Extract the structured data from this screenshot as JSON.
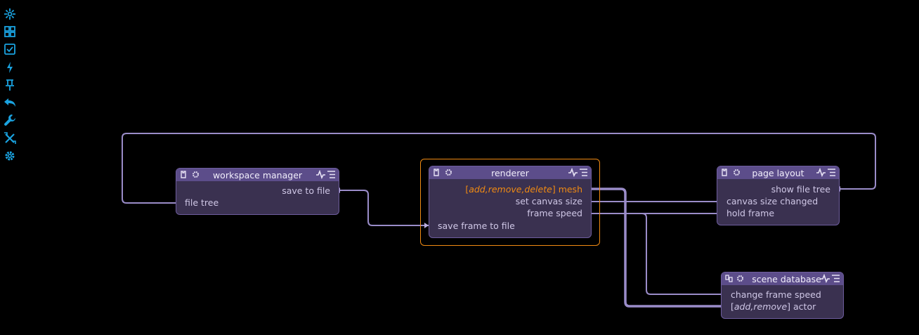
{
  "toolbar": {
    "buttons": [
      {
        "icon": "sparkle-icon",
        "name": "layout"
      },
      {
        "icon": "grid-icon",
        "name": "grid"
      },
      {
        "icon": "checkbox-icon",
        "name": "select"
      },
      {
        "icon": "lightning-icon",
        "name": "events"
      },
      {
        "icon": "pin-icon",
        "name": "pin"
      },
      {
        "icon": "undo-icon",
        "name": "undo"
      },
      {
        "icon": "wrench-icon",
        "name": "wrench"
      },
      {
        "icon": "tools-icon",
        "name": "tools"
      },
      {
        "icon": "gear-icon",
        "name": "settings"
      }
    ],
    "color": "#1aa3e0"
  },
  "nodes": {
    "workspace_manager": {
      "title": "workspace manager",
      "outputs": [
        "save to file"
      ],
      "inputs": [
        "file tree"
      ]
    },
    "renderer": {
      "title": "renderer",
      "mesh_prefix_open": "[",
      "mesh_prefix_items": "add,remove,delete",
      "mesh_prefix_close": "]",
      "mesh_name": "mesh",
      "outputs": [
        "set canvas size",
        "frame speed"
      ],
      "inputs": [
        "save frame to file"
      ]
    },
    "page_layout": {
      "title": "page layout",
      "outputs": [
        "show file tree"
      ],
      "inputs": [
        "canvas size changed",
        "hold frame"
      ]
    },
    "scene_database": {
      "title": "scene database",
      "inputs": [
        "change frame speed"
      ],
      "actor_prefix_open": "[",
      "actor_prefix_items": "add,remove",
      "actor_prefix_close": "]",
      "actor_name": "actor"
    }
  },
  "colors": {
    "wire": "#9a8cc9",
    "node_bg": "#3a3150",
    "node_header": "#5c4d8a",
    "selected": "#f08a12"
  }
}
